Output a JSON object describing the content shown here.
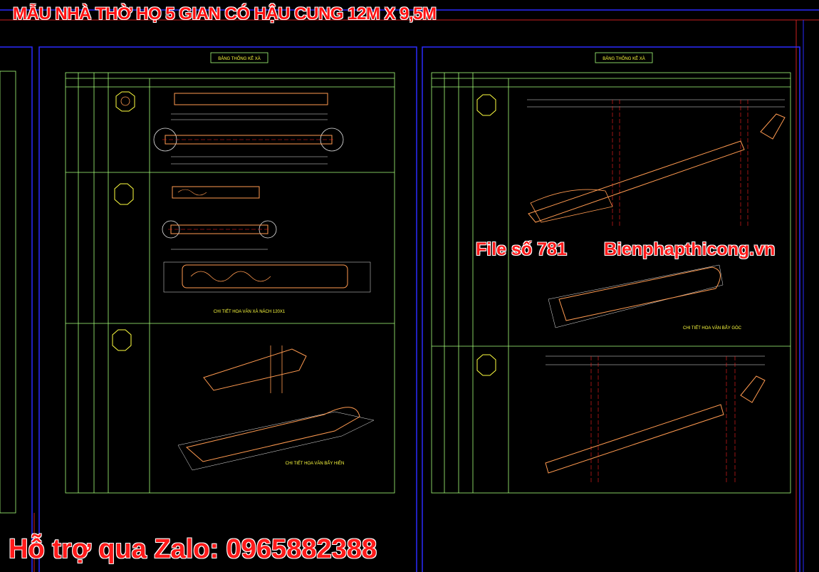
{
  "header": {
    "title": "MẪU NHÀ THỜ HỌ 5 GIAN CÓ HẬU CUNG 12M X 9,5M"
  },
  "overlay": {
    "file_number": "File số 781",
    "website": "Bienphapthicong.vn",
    "support": "Hỗ trợ qua Zalo: 0965882388"
  },
  "sheet_left": {
    "table_title": "BẢNG THỐNG KÊ XÀ",
    "detail_1": "CHI TIẾT HOA VĂN XÀ NÁCH 120X1",
    "detail_2": "CHI TIẾT HOA VĂN BẨY HIÊN"
  },
  "sheet_right": {
    "table_title": "BẢNG THỐNG KÊ XÀ",
    "detail_1": "CHI TIẾT HOA VĂN BẨY GÓC"
  },
  "colors": {
    "frame_blue": "#2a2aff",
    "table_green": "#a6ff7a",
    "title_yellow": "#ffff40",
    "dim_white": "#e8e8e8",
    "part_orange": "#ff9a50",
    "axis_red": "#ff2020",
    "overlay_red": "#ff1a1a"
  }
}
